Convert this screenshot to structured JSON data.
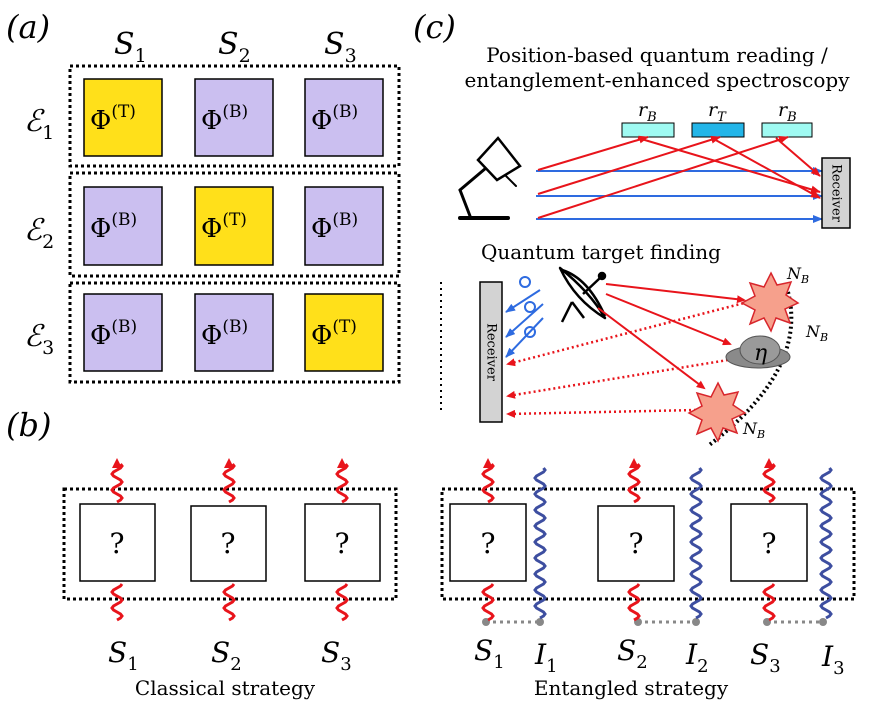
{
  "panel_labels": {
    "a": "(a)",
    "b": "(b)",
    "c": "(c)"
  },
  "panel_a": {
    "columns": [
      {
        "letter": "S",
        "sub": "1"
      },
      {
        "letter": "S",
        "sub": "2"
      },
      {
        "letter": "S",
        "sub": "3"
      }
    ],
    "rows": [
      {
        "letter": "ℰ",
        "sub": "1",
        "cells": [
          {
            "base": "Φ",
            "sup": "(T)",
            "kind": "target"
          },
          {
            "base": "Φ",
            "sup": "(B)",
            "kind": "background"
          },
          {
            "base": "Φ",
            "sup": "(B)",
            "kind": "background"
          }
        ]
      },
      {
        "letter": "ℰ",
        "sub": "2",
        "cells": [
          {
            "base": "Φ",
            "sup": "(B)",
            "kind": "background"
          },
          {
            "base": "Φ",
            "sup": "(T)",
            "kind": "target"
          },
          {
            "base": "Φ",
            "sup": "(B)",
            "kind": "background"
          }
        ]
      },
      {
        "letter": "ℰ",
        "sub": "3",
        "cells": [
          {
            "base": "Φ",
            "sup": "(B)",
            "kind": "background"
          },
          {
            "base": "Φ",
            "sup": "(B)",
            "kind": "background"
          },
          {
            "base": "Φ",
            "sup": "(T)",
            "kind": "target"
          }
        ]
      }
    ],
    "colors": {
      "target": "#ffe01a",
      "background": "#cbbff0"
    }
  },
  "panel_b": {
    "classical": {
      "box_symbol": "?",
      "signals": [
        {
          "letter": "S",
          "sub": "1"
        },
        {
          "letter": "S",
          "sub": "2"
        },
        {
          "letter": "S",
          "sub": "3"
        }
      ],
      "caption": "Classical strategy"
    },
    "entangled": {
      "box_symbol": "?",
      "pairs": [
        {
          "signal": {
            "letter": "S",
            "sub": "1"
          },
          "idler": {
            "letter": "I",
            "sub": "1"
          }
        },
        {
          "signal": {
            "letter": "S",
            "sub": "2"
          },
          "idler": {
            "letter": "I",
            "sub": "2"
          }
        },
        {
          "signal": {
            "letter": "S",
            "sub": "3"
          },
          "idler": {
            "letter": "I",
            "sub": "3"
          }
        }
      ],
      "caption": "Entangled strategy"
    },
    "colors": {
      "signal": "#e8141b",
      "idler": "#3d4ea0"
    }
  },
  "panel_c": {
    "top_title_line1": "Position-based quantum reading /",
    "top_title_line2": "entanglement-enhanced spectroscopy",
    "cells": [
      {
        "letter": "r",
        "sub": "B"
      },
      {
        "letter": "r",
        "sub": "T"
      },
      {
        "letter": "r",
        "sub": "B"
      }
    ],
    "receiver_label": "Receiver",
    "bottom_title": "Quantum target finding",
    "noise_label": {
      "letter": "N",
      "sub": "B"
    },
    "target_label": "η",
    "colors": {
      "cell_bg": "#9ffaf2",
      "cell_target": "#23b5e8",
      "red": "#e8141b",
      "blue": "#2e6be0",
      "receiver": "#d3d3d3",
      "burst": "#f6a08c"
    }
  }
}
